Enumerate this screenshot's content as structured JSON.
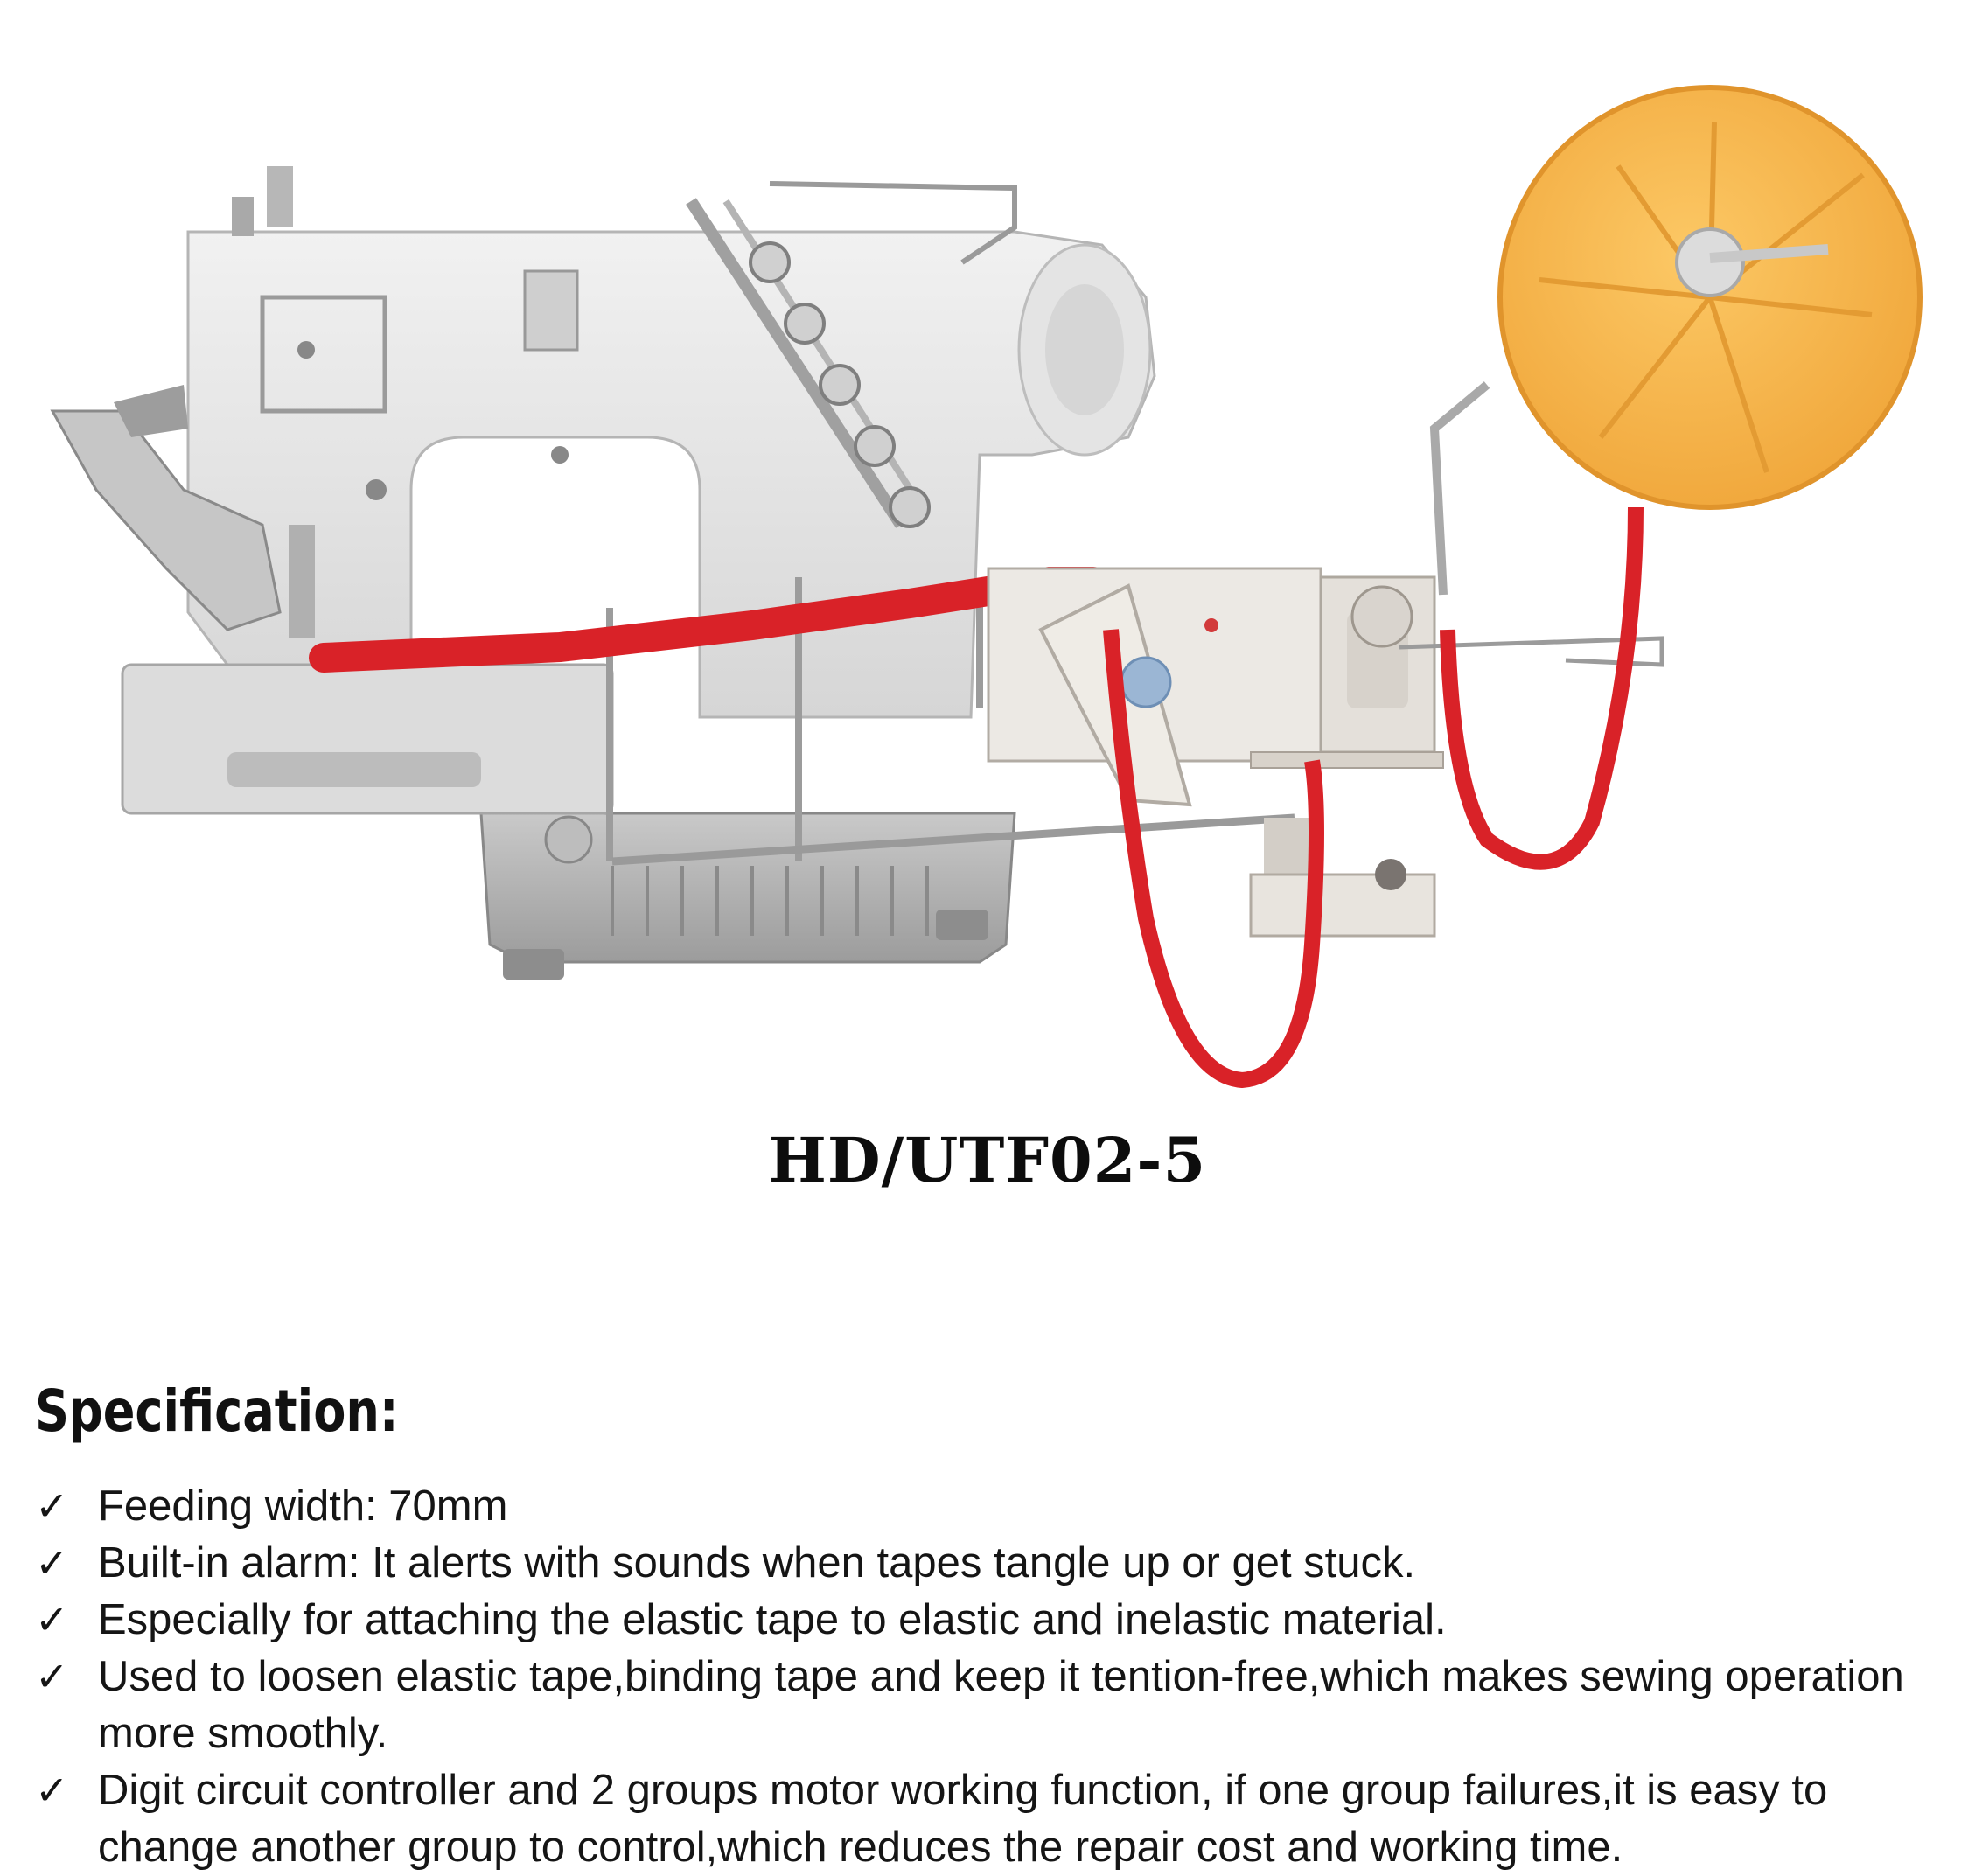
{
  "product": {
    "model": "HD/UTF02-5",
    "image_icon": "sewing-machine-with-tape-feeder-illustration",
    "colors": {
      "machine_body": "#e9e9e9",
      "tape": "#d9262a",
      "reel": "#f7b84e"
    }
  },
  "specification": {
    "heading": "Specification:",
    "bullet_icon": "check-icon",
    "bullet_glyph": "✓",
    "items": [
      {
        "text": "Feeding width: 70mm"
      },
      {
        "text": "Built-in alarm: It alerts with sounds when tapes tangle up or get stuck."
      },
      {
        "text": "Especially for attaching the elastic tape to elastic and inelastic material."
      },
      {
        "text": "Used to loosen elastic tape,binding tape and keep it tention-free,which makes sewing operation more smoothly."
      },
      {
        "text": "Digit circuit controller and 2 groups motor working function, if one group failures,it is easy to change another group to control,which reduces the repair cost and working time."
      }
    ]
  }
}
